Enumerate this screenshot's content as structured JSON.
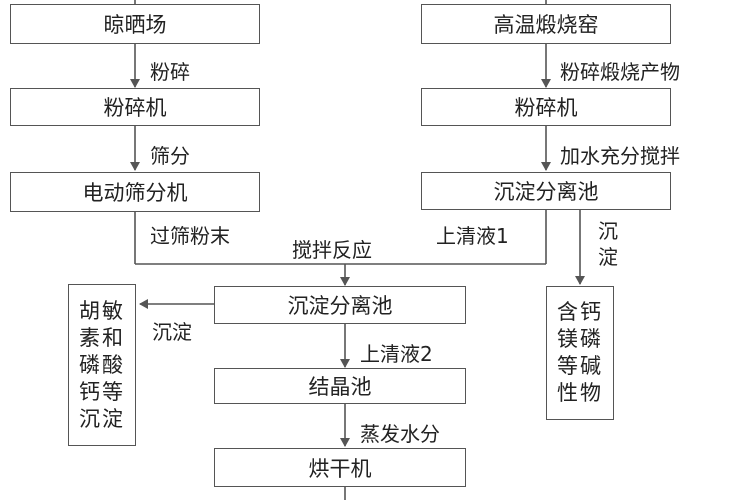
{
  "nodes": {
    "drying_yard": "晾晒场",
    "crusher_left": "粉碎机",
    "electric_sieve": "电动筛分机",
    "kiln": "高温煅烧窑",
    "crusher_right": "粉碎机",
    "settling_tank_right": "沉淀分离池",
    "settling_tank_center": "沉淀分离池",
    "crystallization_tank": "结晶池",
    "dryer": "烘干机",
    "carotene_precipitate": "胡敏素和磷酸钙等沉淀",
    "alkaline_product": "含钙镁磷等碱性物"
  },
  "edges": {
    "crush": "粉碎",
    "sieve": "筛分",
    "sieved_powder": "过筛粉末",
    "crush_calcined": "粉碎煅烧产物",
    "add_water_stir": "加水充分搅拌",
    "supernatant_1": "上清液1",
    "precipitate_right": "沉淀",
    "stir_react": "搅拌反应",
    "precipitate_left": "沉淀",
    "supernatant_2": "上清液2",
    "evaporate": "蒸发水分"
  }
}
